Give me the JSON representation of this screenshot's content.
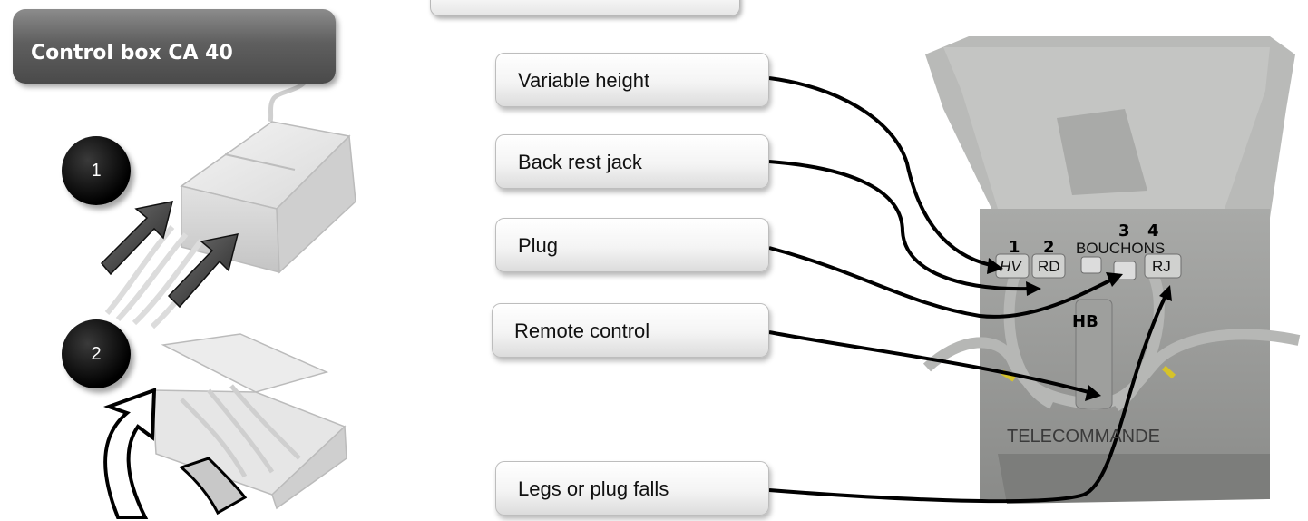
{
  "title": "Control box CA 40",
  "steps": [
    "1",
    "2"
  ],
  "labels": {
    "variable_height": "Variable height",
    "back_rest_jack": "Back rest jack",
    "plug": "Plug",
    "remote_control": "Remote control",
    "legs_or_plug_falls": "Legs or plug falls"
  },
  "photo": {
    "num_1": "1",
    "num_2": "2",
    "num_3": "3",
    "num_4": "4",
    "hv": "HV",
    "rd": "RD",
    "rj": "RJ",
    "bouchons": "BOUCHONS",
    "hb": "HB",
    "telecommande": "TELECOMMANDE"
  }
}
